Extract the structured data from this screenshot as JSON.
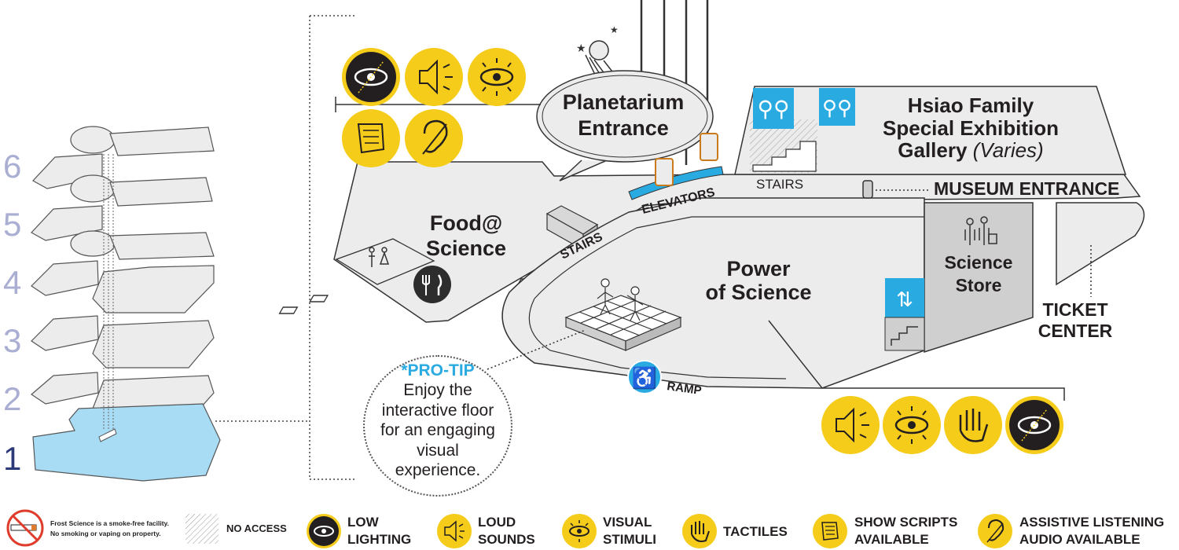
{
  "floors": [
    "6",
    "5",
    "4",
    "3",
    "2",
    "1"
  ],
  "areas": {
    "planetarium_line1": "Planetarium",
    "planetarium_line2": "Entrance",
    "hsiao_line1": "Hsiao Family",
    "hsiao_line2": "Special Exhibition",
    "hsiao_line3": "Gallery",
    "hsiao_varies": "(Varies)",
    "food_line1": "Food@",
    "food_line2": "Science",
    "power_line1": "Power",
    "power_line2": "of Science",
    "store_line1": "Science",
    "store_line2": "Store",
    "museum_entrance": "MUSEUM ENTRANCE",
    "ticket_line1": "TICKET",
    "ticket_line2": "CENTER",
    "stairs_upper": "STAIRS",
    "stairs_lower": "STAIRS",
    "elevators": "ELEVATORS",
    "ramp": "RAMP"
  },
  "pro_tip": {
    "title": "*PRO-TIP",
    "line1": "Enjoy the",
    "line2": "interactive floor",
    "line3": "for an engaging",
    "line4": "visual",
    "line5": "experience."
  },
  "legend": {
    "smoke_line1": "Frost Science is a smoke-free facility.",
    "smoke_line2": "No smoking or vaping on property.",
    "no_access": "NO ACCESS",
    "low_lighting_1": "LOW",
    "low_lighting_2": "LIGHTING",
    "loud_sounds_1": "LOUD",
    "loud_sounds_2": "SOUNDS",
    "visual_stimuli_1": "VISUAL",
    "visual_stimuli_2": "STIMULI",
    "tactiles": "TACTILES",
    "show_scripts_1": "SHOW SCRIPTS",
    "show_scripts_2": "AVAILABLE",
    "assistive_1": "ASSISTIVE LISTENING",
    "assistive_2": "AUDIO AVAILABLE"
  },
  "colors": {
    "yellow": "#f5cc1a",
    "blue_sign": "#29abe2",
    "floor_highlight": "#a8dcf5",
    "area_gray": "#ececec",
    "dark_gray": "#cfcfcf",
    "black": "#231f20"
  }
}
